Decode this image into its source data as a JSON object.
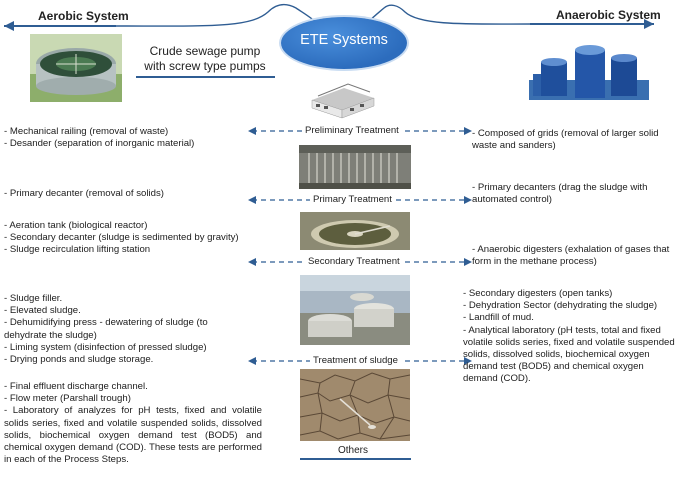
{
  "center_title": "ETE Systems",
  "aerobic": {
    "title": "Aerobic System",
    "pump_caption": "Crude sewage pump\nwith screw type pumps",
    "preliminary": [
      "- Mechanical railing (removal of waste)",
      "- Desander (separation of inorganic material)"
    ],
    "primary": [
      "- Primary decanter (removal of solids)"
    ],
    "secondary": [
      "- Aeration tank (biological reactor)",
      "- Secondary decanter (sludge is sedimented by gravity)",
      "- Sludge recirculation lifting station"
    ],
    "sludge": [
      "- Sludge filler.",
      "- Elevated sludge.",
      "- Dehumidifying press - dewatering of sludge (to dehydrate the sludge)",
      "- Liming system (disinfection of pressed sludge)",
      "- Drying ponds and sludge storage."
    ],
    "others": [
      "- Final effluent discharge channel.",
      "- Flow meter (Parshall trough)",
      "- Laboratory of analyzes for pH tests, fixed and volatile solids series, fixed and volatile suspended solids, dissolved solids, biochemical oxygen demand test (BOD5) and chemical oxygen demand (COD). These tests are performed in each of the Process Steps."
    ]
  },
  "anaerobic": {
    "title": "Anaerobic System",
    "preliminary": [
      "- Composed of grids (removal of larger solid waste and sanders)"
    ],
    "primary": [
      "- Primary decanters (drag the sludge with automated control)"
    ],
    "secondary": [
      "- Anaerobic digesters (exhalation of gases that form in the methane process)"
    ],
    "sludge": [
      "- Secondary digesters (open tanks)",
      "- Dehydration Sector (dehydrating the sludge)",
      "- Landfill of mud.",
      "- Analytical laboratory (pH tests, total and fixed volatile solids series, fixed and volatile suspended solids, dissolved solids, biochemical oxygen demand test (BOD5) and chemical oxygen demand (COD)."
    ]
  },
  "stages": {
    "preliminary": "Preliminary Treatment",
    "primary": "Primary Treatment",
    "secondary": "Secondary Treatment",
    "sludge": "Treatment of sludge",
    "others": "Others"
  },
  "colors": {
    "accent": "#2f5d93",
    "ellipse": "#2f74c6",
    "dash": "#2f5d93"
  }
}
